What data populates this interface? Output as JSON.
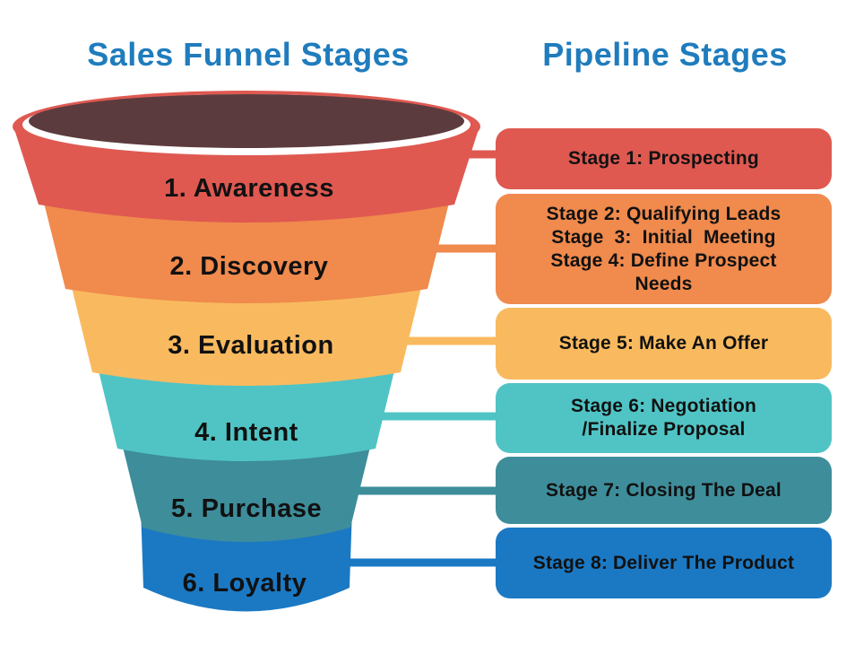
{
  "titles": {
    "left": "Sales Funnel Stages",
    "right": "Pipeline Stages"
  },
  "funnel": {
    "opening_color": "#5C3B3E",
    "rim_color": "#FFFFFF",
    "stages": [
      {
        "label": "1. Awareness",
        "color": "#DF5951"
      },
      {
        "label": "2. Discovery",
        "color": "#F08A4D"
      },
      {
        "label": "3. Evaluation",
        "color": "#F9BA5F"
      },
      {
        "label": "4. Intent",
        "color": "#50C4C5"
      },
      {
        "label": "5. Purchase",
        "color": "#3E8D9B"
      },
      {
        "label": "6. Loyalty",
        "color": "#1B79C4"
      }
    ]
  },
  "pipeline": {
    "boxes": [
      {
        "text": "Stage 1: Prospecting",
        "color": "#DF5951"
      },
      {
        "text": "Stage 2: Qualifying Leads\nStage  3:  Initial  Meeting\nStage 4: Define Prospect\nNeeds",
        "color": "#F08A4D"
      },
      {
        "text": "Stage 5: Make An Offer",
        "color": "#F9BA5F"
      },
      {
        "text": "Stage 6: Negotiation\n/Finalize Proposal",
        "color": "#50C4C5"
      },
      {
        "text": "Stage 7: Closing The Deal",
        "color": "#3E8D9B"
      },
      {
        "text": "Stage 8: Deliver The Product",
        "color": "#1B79C4"
      }
    ]
  },
  "colors": {
    "title": "#1F7CBD",
    "label_text": "#111111",
    "background": "#FFFFFF"
  }
}
